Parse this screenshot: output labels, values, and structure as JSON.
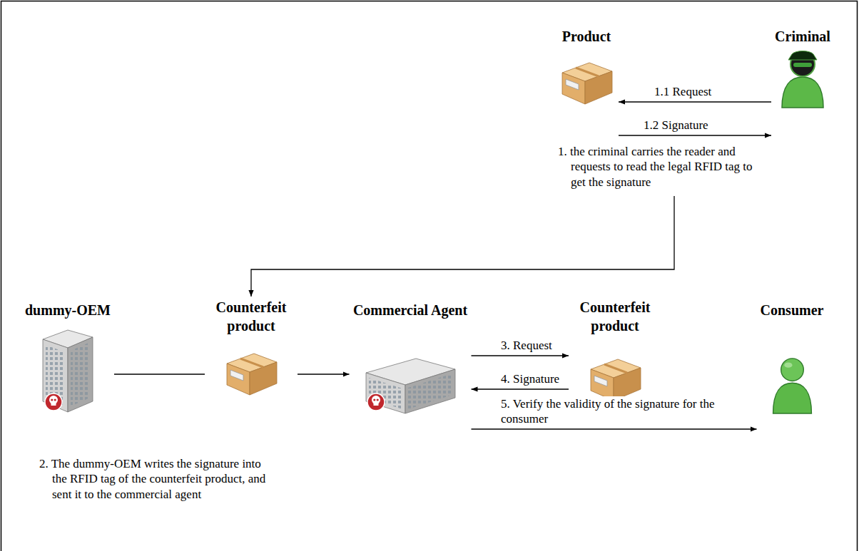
{
  "diagram": {
    "nodes": [
      {
        "text": [
          "Product"
        ]
      },
      {
        "text": [
          "Criminal"
        ]
      },
      {
        "text": [
          "dummy-OEM"
        ]
      },
      {
        "text": [
          "Counterfeit product"
        ]
      },
      {
        "text": [
          "Commercial Agent"
        ]
      },
      {
        "text": [
          "Counterfeit product"
        ]
      },
      {
        "text": [
          "Consumer"
        ]
      }
    ],
    "edges": [
      {
        "from": 1,
        "to": 0,
        "label": "1.1 Request",
        "arrow": "to"
      },
      {
        "from": 0,
        "to": 1,
        "label": "1.2 Signature",
        "arrow": "to"
      },
      {
        "from": 1,
        "to": 3,
        "arrow": "to"
      },
      {
        "from": 2,
        "to": 3,
        "arrow": "none"
      },
      {
        "from": 3,
        "to": 4,
        "arrow": "to"
      },
      {
        "from": 4,
        "to": 5,
        "label": "3. Request",
        "arrow": "to"
      },
      {
        "from": 5,
        "to": 4,
        "label": "4. Signature",
        "arrow": "to"
      },
      {
        "from": 4,
        "to": 6,
        "label": "5. Verify the validity of the signature for the consumer",
        "arrow": "to"
      }
    ],
    "labels": [
      "1. the criminal carries the reader and requests to read the legal RFID tag to get the signature",
      "2. The dummy-OEM writes the signature into the RFID tag of the counterfeit product, and sent it to the commercial agent"
    ]
  }
}
